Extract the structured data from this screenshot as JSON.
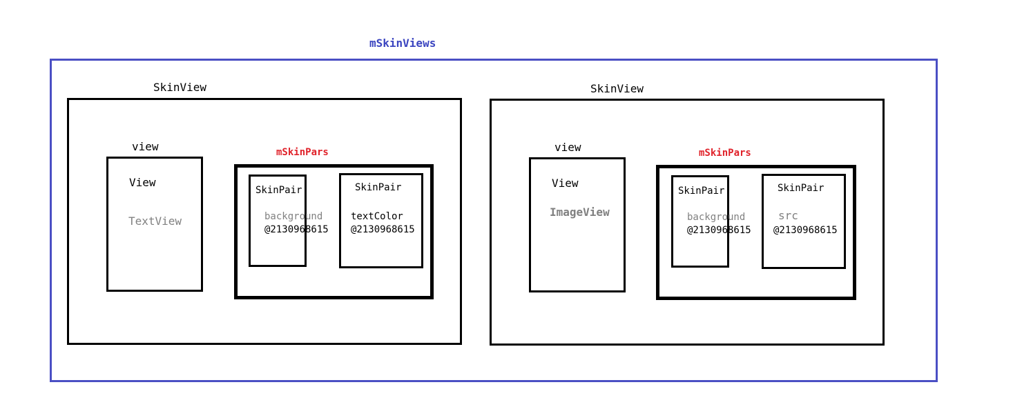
{
  "diagram": {
    "outer_label": "mSkinViews",
    "colors": {
      "outer_border": "#4a4fc4",
      "outer_label": "#3b45c0",
      "pars_label": "#e0232b",
      "muted_text": "#808080"
    },
    "skin_views": [
      {
        "label": "SkinView",
        "view_label": "view",
        "view_type": "View",
        "view_subtype": "TextView",
        "pars_label": "mSkinPars",
        "pairs": [
          {
            "label": "SkinPair",
            "attr": "background",
            "id": "@2130968615"
          },
          {
            "label": "SkinPair",
            "attr": "textColor",
            "id": "@2130968615"
          }
        ]
      },
      {
        "label": "SkinView",
        "view_label": "view",
        "view_type": "View",
        "view_subtype": "ImageView",
        "pars_label": "mSkinPars",
        "pairs": [
          {
            "label": "SkinPair",
            "attr": "background",
            "id": "@2130968615"
          },
          {
            "label": "SkinPair",
            "attr": "src",
            "id": "@2130968615"
          }
        ]
      }
    ]
  }
}
